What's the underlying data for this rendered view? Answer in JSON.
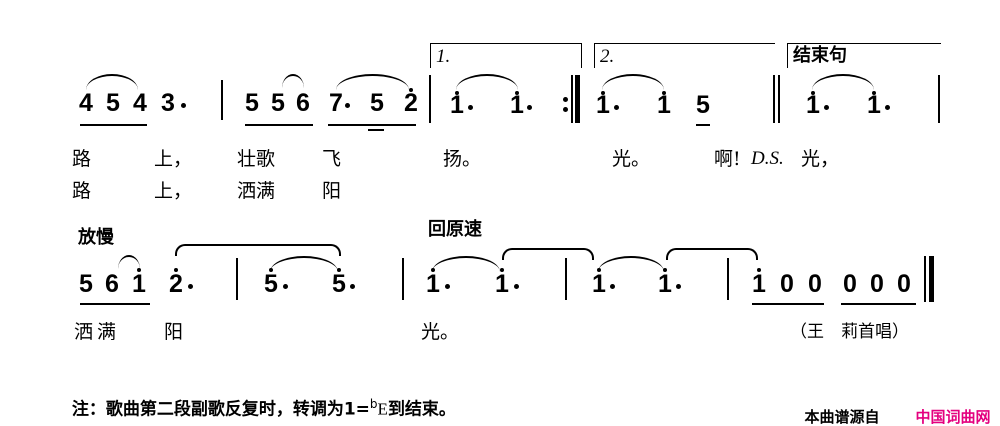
{
  "score": {
    "system1": {
      "measures": [
        {
          "notes": [
            "4",
            "5",
            "4",
            "3·"
          ],
          "underline": "4 5 4",
          "slur": "4 5 4"
        },
        {
          "notes": [
            "5",
            "5",
            "6",
            "7·",
            "5",
            "2̇"
          ],
          "underline": "5 5 6 | 7·5 2̇ (5 double-underlined)",
          "slur": [
            "5 6",
            "7· 5 2̇"
          ]
        },
        {
          "volta": "1.",
          "notes": [
            "1̇·",
            "1̇·"
          ],
          "slur": "1̇· 1̇·",
          "end": "repeat-end"
        },
        {
          "volta": "2.",
          "notes": [
            "1̇·",
            "1̇",
            "5"
          ],
          "slur": "1̇· 1̇",
          "underline": "5"
        },
        {
          "volta": "结束句",
          "notes": [
            "1̇·",
            "1̇·"
          ],
          "slur": "1̇· 1̇·"
        }
      ],
      "lyrics_line1": {
        "w1": "路",
        "w2": "上，",
        "w3": "壮歌",
        "w4": "飞",
        "w5": "扬。",
        "w6": "光。",
        "w7": "啊!",
        "ds": "D.S.",
        "w8": "光，"
      },
      "lyrics_line2": {
        "w1": "路",
        "w2": "上，",
        "w3": "洒满",
        "w4": "阳"
      }
    },
    "system2": {
      "tempo_slow": "放慢",
      "tempo_resume": "回原速",
      "measures": [
        {
          "notes": [
            "5",
            "6",
            "1̇",
            "2̇·"
          ],
          "underline": "5 6 1̇",
          "slur": "6 1̇"
        },
        {
          "notes": [
            "5̇·",
            "5̇·"
          ],
          "slur": "5̇· 5̇·"
        },
        {
          "notes": [
            "1̇·",
            "1̇·"
          ],
          "slur": "1̇· 1̇·"
        },
        {
          "notes": [
            "1̇·",
            "1̇·"
          ],
          "slur": "1̇· 1̇·"
        },
        {
          "notes": [
            "1̇",
            "0",
            "0",
            "0",
            "0",
            "0"
          ],
          "underline": "1̇ 0 0 | 0 0 0",
          "end": "final-barline"
        }
      ],
      "lyrics": {
        "w1": "洒满",
        "w2": "阳",
        "w3": "光。"
      },
      "credit": "（王　莉首唱）"
    },
    "glyphs": {
      "n1": "1",
      "n2": "2",
      "n3": "3",
      "n4": "4",
      "n5": "5",
      "n6": "6",
      "n7": "7",
      "n0": "0",
      "dot": "·"
    }
  },
  "footnote": {
    "prefix": "注：歌曲第二段副歌反复时，转调为1=",
    "flat": "b",
    "key": "E",
    "suffix": "到结束。"
  },
  "source": {
    "label": "本曲谱源自",
    "site": "中国词曲网",
    "site_color": "#e4007f"
  }
}
